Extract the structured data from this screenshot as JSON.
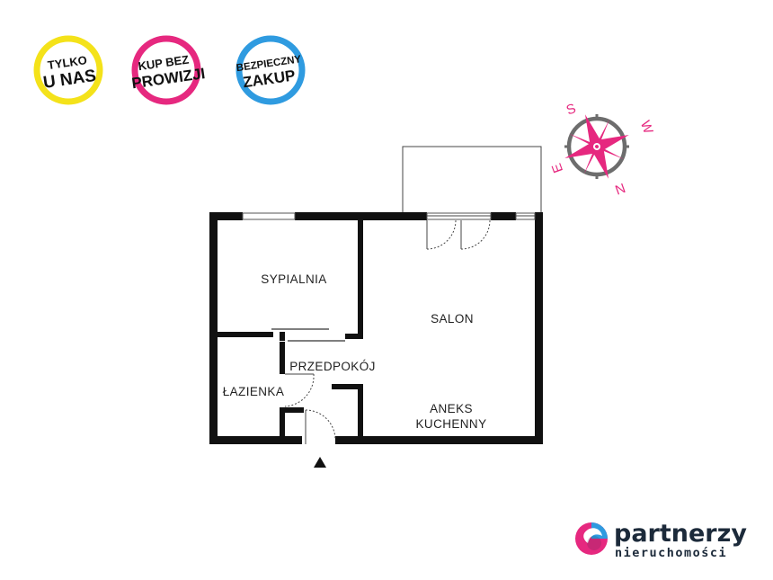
{
  "badges": [
    {
      "line1": "TYLKO",
      "line2": "U NAS",
      "color": "#f4e21a"
    },
    {
      "line1": "KUP BEZ",
      "line2": "PROWIZJI",
      "color": "#e6287f"
    },
    {
      "line1": "BEZPIECZNY",
      "line2": "ZAKUP",
      "color": "#2f9be0"
    }
  ],
  "compass": {
    "n": "N",
    "s": "S",
    "e": "E",
    "w": "W",
    "accent": "#e6287f",
    "ring": "#6d6d6d"
  },
  "rooms": {
    "bedroom": "SYPIALNIA",
    "living": "SALON",
    "hall": "PRZEDPOKÓJ",
    "bathroom": "ŁAZIENKA",
    "kitchen_line1": "ANEKS",
    "kitchen_line2": "KUCHENNY"
  },
  "brand": {
    "name": "partnerzy",
    "tagline": "nieruchomości",
    "color_pink": "#e6287f",
    "color_blue": "#2f9be0",
    "color_dark": "#1c2a3a"
  }
}
